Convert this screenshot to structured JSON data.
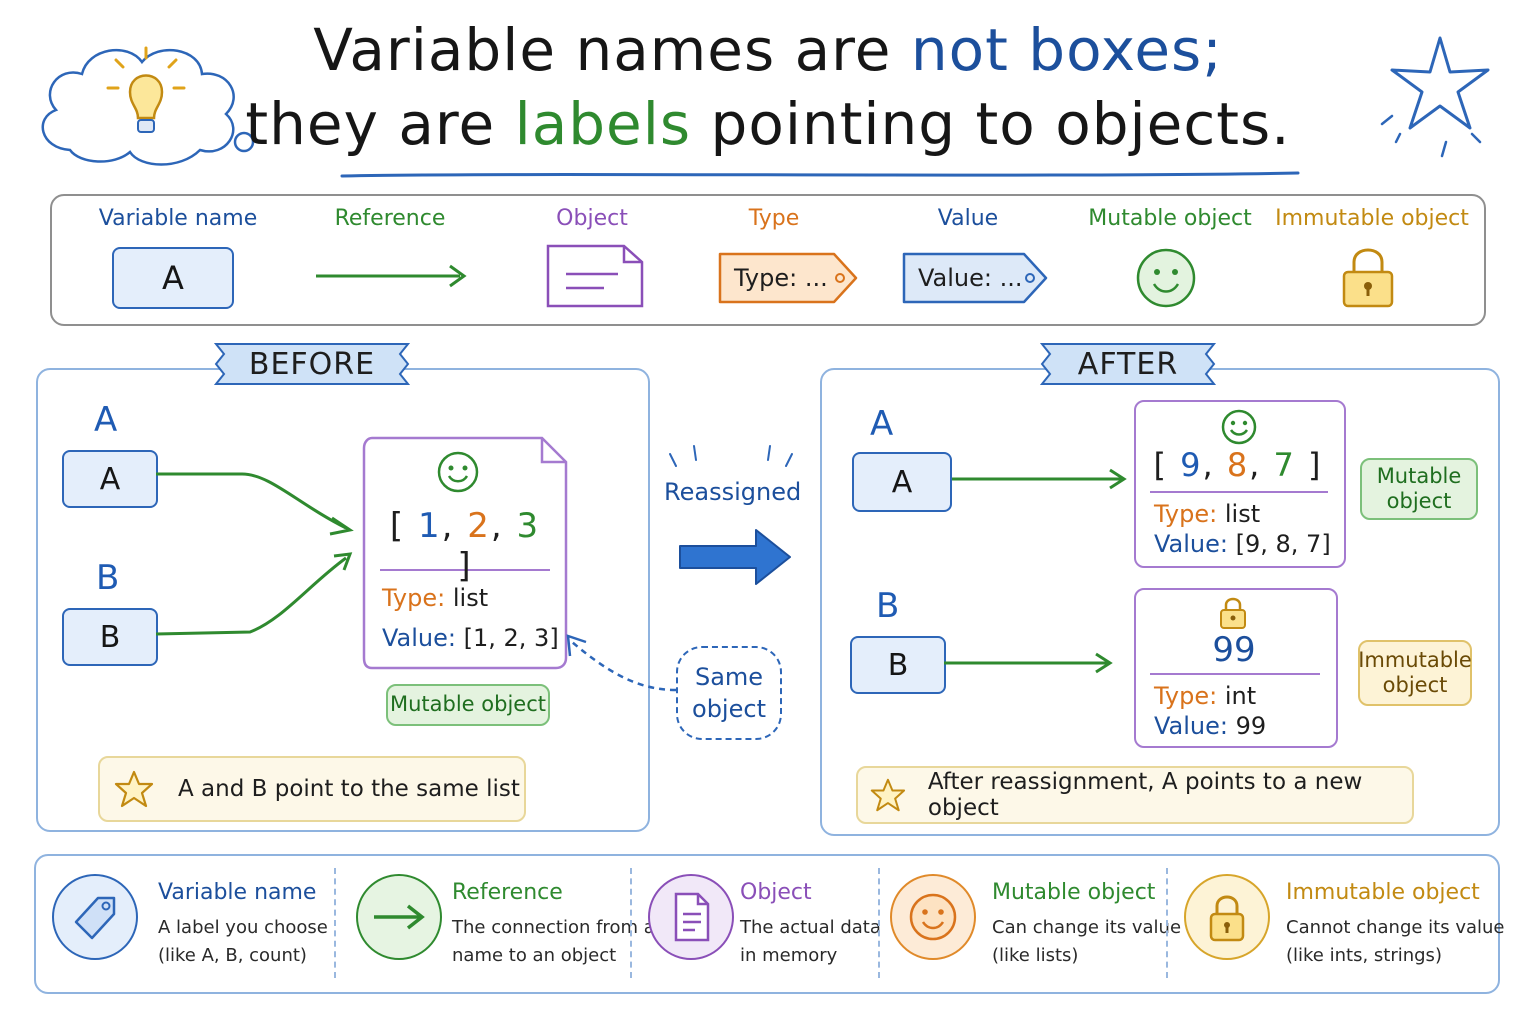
{
  "title": {
    "line1_a": "Variable names are",
    "line1_b": "not boxes;",
    "line2_a": "they are",
    "line2_b": "labels",
    "line2_c": "pointing to objects."
  },
  "legend": {
    "variable_name": "Variable name",
    "variable_letter": "A",
    "reference": "Reference",
    "object": "Object",
    "type": "Type",
    "type_tag": "Type: ...",
    "value": "Value",
    "value_tag": "Value: ...",
    "mutable": "Mutable object",
    "immutable": "Immutable object"
  },
  "before": {
    "heading": "BEFORE",
    "label_a": "A",
    "box_a": "A",
    "label_b": "B",
    "box_b": "B",
    "list_open": "[",
    "n1": "1",
    "comma1": ",",
    "n2": "2",
    "comma2": ",",
    "n3": "3",
    "list_close": "]",
    "type_key": "Type:",
    "type_val": "list",
    "value_key": "Value:",
    "value_val": "[1, 2, 3]",
    "badge": "Mutable object",
    "note": "A and B point to the same list"
  },
  "middle": {
    "reassigned": "Reassigned",
    "same_object": "Same object"
  },
  "after": {
    "heading": "AFTER",
    "label_a": "A",
    "box_a": "A",
    "label_b": "B",
    "box_b": "B",
    "list_open": "[",
    "n1": "9",
    "comma1": ",",
    "n2": "8",
    "comma2": ",",
    "n3": "7",
    "list_close": "]",
    "type_key_a": "Type:",
    "type_val_a": "list",
    "value_key_a": "Value:",
    "value_val_a": "[9, 8, 7]",
    "badge_a": "Mutable object",
    "num_b": "99",
    "type_key_b": "Type:",
    "type_val_b": "int",
    "value_key_b": "Value:",
    "value_val_b": "99",
    "badge_b": "Immutable object",
    "note": "After reassignment, A points to a new object"
  },
  "key": [
    {
      "title": "Variable name",
      "line1": "A label you choose",
      "line2": "(like A, B, count)",
      "icon": "tag-icon"
    },
    {
      "title": "Reference",
      "line1": "The connection from a",
      "line2": "name to an object",
      "icon": "arrow-icon"
    },
    {
      "title": "Object",
      "line1": "The actual data",
      "line2": "in memory",
      "icon": "document-icon"
    },
    {
      "title": "Mutable object",
      "line1": "Can change its value",
      "line2": "(like lists)",
      "icon": "smiley-icon"
    },
    {
      "title": "Immutable object",
      "line1": "Cannot change its value",
      "line2": "(like ints, strings)",
      "icon": "lock-icon"
    }
  ],
  "colors": {
    "blue": "#1f5bb3",
    "green": "#2f8a2f",
    "purple": "#8a4fb8",
    "orange": "#d9731c",
    "gold": "#c28a12"
  }
}
